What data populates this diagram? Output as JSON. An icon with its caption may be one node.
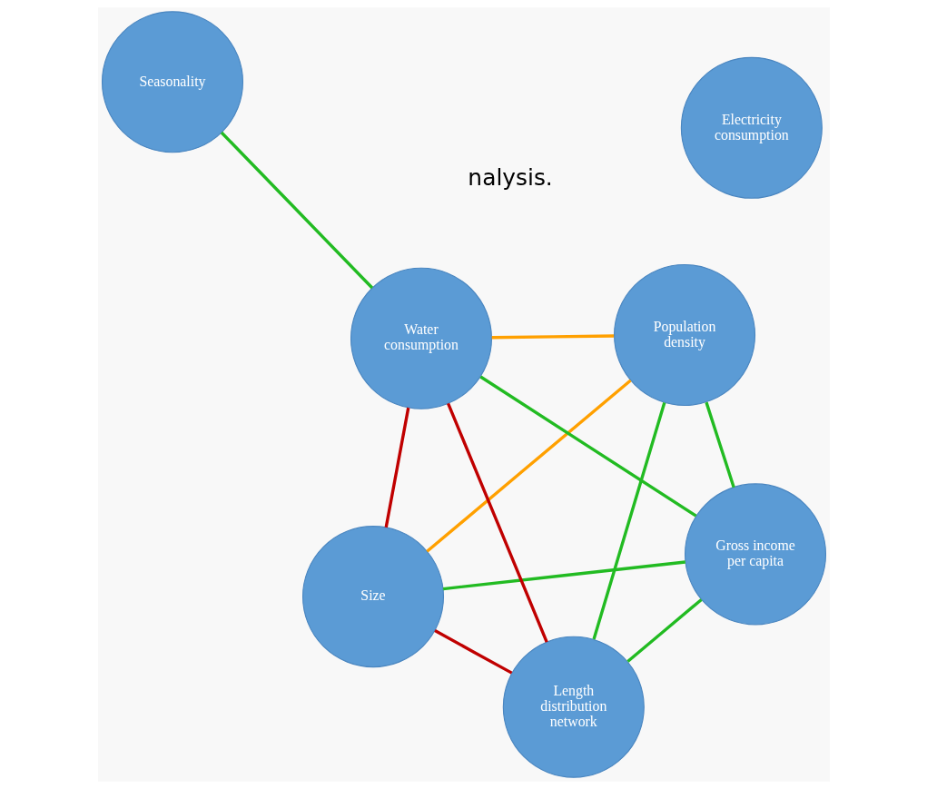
{
  "diagram": {
    "nodes": [
      {
        "text": [
          "Size"
        ]
      },
      {
        "text": [
          "Gross income per capita"
        ]
      },
      {
        "text": [
          "Length distribution network"
        ]
      },
      {
        "text": [
          "Water consumption"
        ]
      },
      {
        "text": [
          "Population density"
        ]
      },
      {
        "text": [
          "Electricity consumption"
        ]
      },
      {
        "text": [
          "Seasonality"
        ]
      }
    ],
    "edges": [
      {
        "from": 1,
        "to": 0,
        "arrow": "none"
      },
      {
        "from": 0,
        "to": 2,
        "arrow": "none",
        "color": "#c00000"
      },
      {
        "from": 1,
        "to": 2,
        "arrow": "none"
      },
      {
        "from": 0,
        "to": 3,
        "arrow": "none",
        "color": "#c00000"
      },
      {
        "from": 0,
        "to": 4,
        "arrow": "none",
        "color": "#ffa000"
      },
      {
        "from": 1,
        "to": 3,
        "arrow": "none"
      },
      {
        "from": 1,
        "to": 4,
        "arrow": "none"
      },
      {
        "from": 2,
        "to": 4,
        "arrow": "none"
      },
      {
        "from": 2,
        "to": 3,
        "arrow": "none",
        "color": "#c00000"
      },
      {
        "from": 3,
        "to": 4,
        "arrow": "none",
        "color": "#ffa000"
      },
      {
        "from": 3,
        "to": 6,
        "arrow": "none"
      }
    ],
    "labels": [
      "nalysis."
    ]
  }
}
